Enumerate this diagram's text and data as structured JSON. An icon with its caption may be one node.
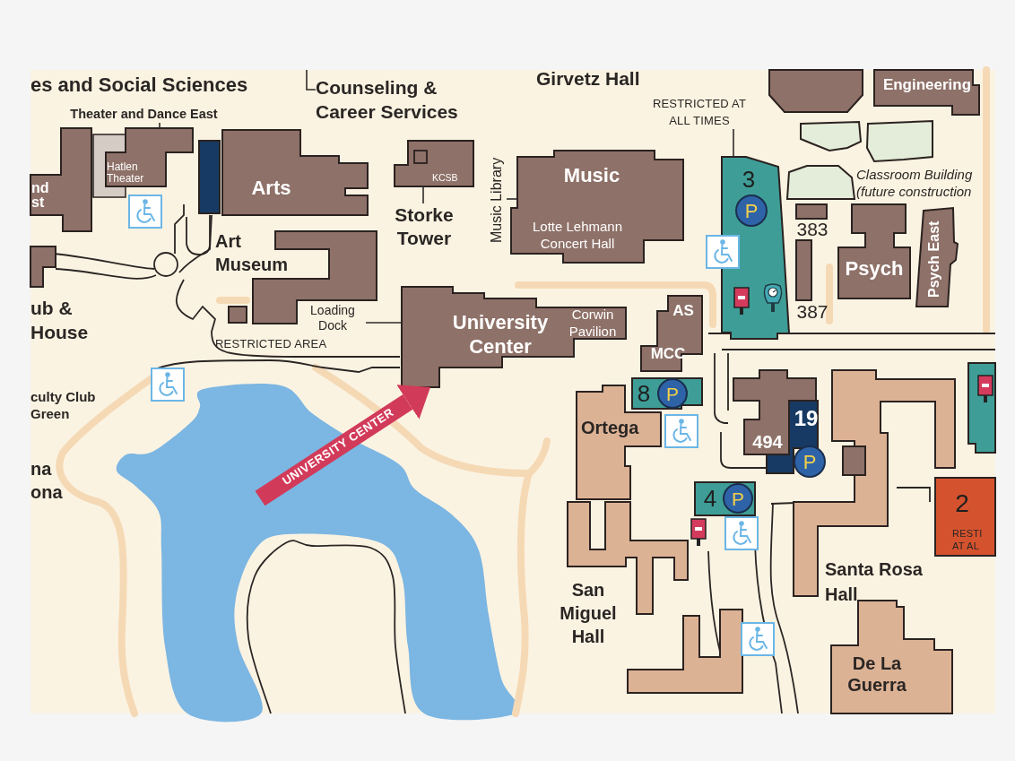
{
  "diagram": {
    "nodes": [
      {
        "text": [
          "Theater and Dance East"
        ]
      },
      {
        "text": [
          "Hatlen Theater"
        ]
      },
      {
        "text": [
          "nd st"
        ]
      },
      {
        "text": [
          "Arts"
        ]
      },
      {
        "text": [
          "Art Museum"
        ]
      },
      {
        "text": [
          "Counseling & Career Services"
        ]
      },
      {
        "text": [
          "KCSB"
        ]
      },
      {
        "text": [
          "Storke Tower"
        ]
      },
      {
        "text": [
          "Music Library"
        ]
      },
      {
        "text": [
          "Music",
          "Lotte Lehmann Concert Hall"
        ]
      },
      {
        "text": [
          "Loading Dock"
        ]
      },
      {
        "text": [
          "University Center",
          "Corwin Pavilion"
        ]
      },
      {
        "text": [
          "AS",
          "MCC"
        ]
      },
      {
        "text": [
          "RESTRICTED AT ALL TIMES"
        ]
      },
      {
        "text": [
          "3",
          "P"
        ]
      },
      {
        "text": [
          "Engineering"
        ]
      },
      {
        "text": [
          "Classroom Building (future construction"
        ]
      },
      {
        "text": [
          "383"
        ]
      },
      {
        "text": [
          "387"
        ]
      },
      {
        "text": [
          "Psych"
        ]
      },
      {
        "text": [
          "Psych East"
        ]
      },
      {
        "text": [
          "8",
          "P"
        ]
      },
      {
        "text": [
          "Ortega"
        ]
      },
      {
        "text": [
          "San Miguel Hall"
        ]
      },
      {
        "text": [
          "4",
          "P"
        ]
      },
      {
        "text": [
          "494"
        ]
      },
      {
        "text": [
          "19",
          "P"
        ]
      },
      {
        "text": [
          "Santa Rosa Hall"
        ]
      },
      {
        "text": [
          "2",
          "RESTI AT AL"
        ]
      },
      {
        "text": [],
        "shape": "box"
      },
      {
        "text": [
          "De La Guerra"
        ]
      },
      {
        "text": [],
        "shape": "box"
      },
      {
        "text": [],
        "shape": "box"
      },
      {
        "text": [],
        "shape": "box"
      },
      {
        "text": [],
        "shape": "box"
      },
      {
        "text": [],
        "shape": "box"
      },
      {
        "text": [],
        "shape": "bar"
      }
    ],
    "edges": [
      {
        "from": 0,
        "to": 1,
        "arrow": "none"
      },
      {
        "from": 5,
        "to": null,
        "arrow": "none"
      },
      {
        "from": 7,
        "to": 6,
        "arrow": "none"
      },
      {
        "from": 8,
        "to": 9,
        "arrow": "none"
      },
      {
        "from": 10,
        "to": 11,
        "arrow": "none"
      },
      {
        "from": 13,
        "to": 14,
        "arrow": "none"
      },
      {
        "from": null,
        "to": 11,
        "arrow": "to",
        "label": "UNIVERSITY CENTER",
        "style": "thick",
        "color": "#d23a5a"
      }
    ],
    "labels": [
      "es and Social Sciences",
      "ub & House",
      "culty Club Green",
      "na ona",
      "Girvetz Hall",
      "RESTRICTED AREA"
    ]
  }
}
